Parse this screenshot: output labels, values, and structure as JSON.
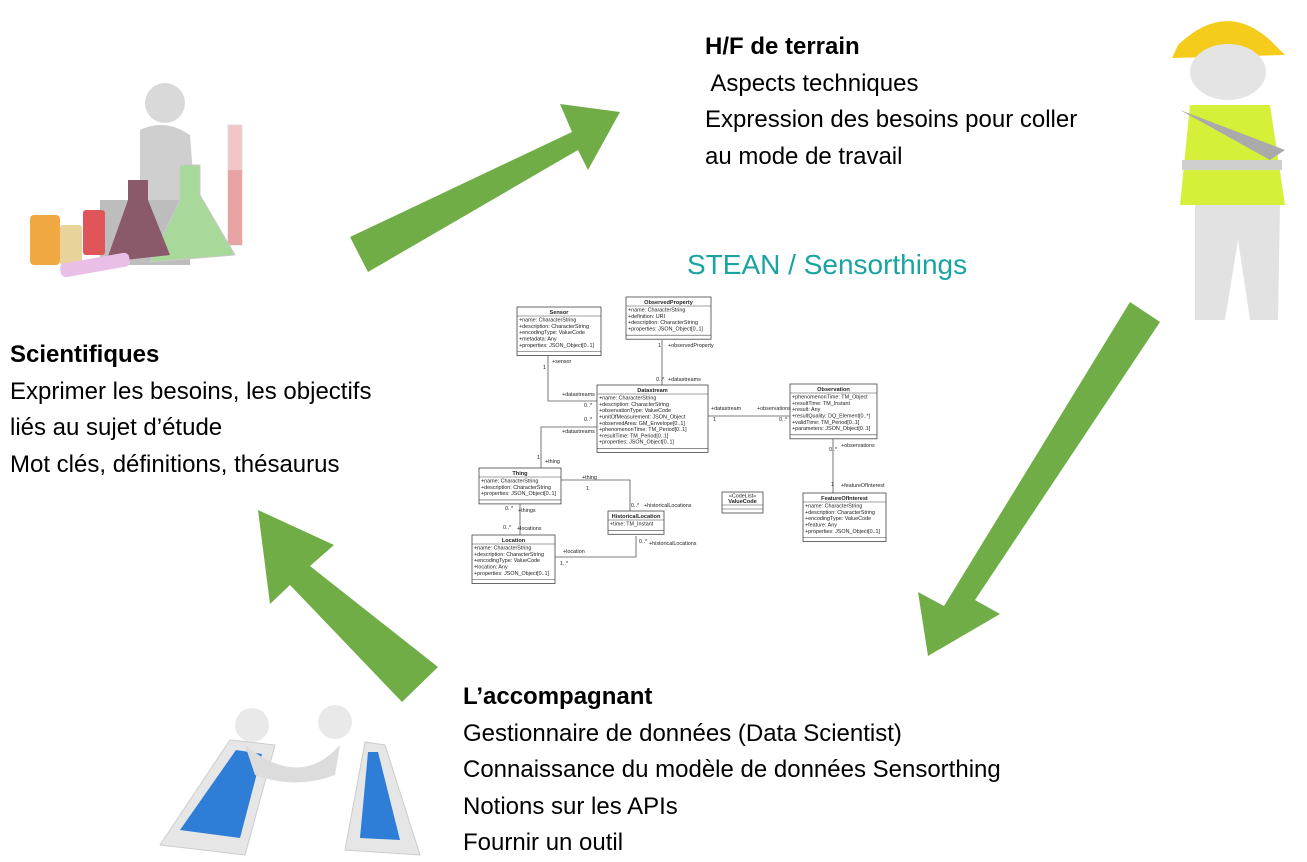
{
  "field_team": {
    "heading": "H/F de terrain",
    "lines": [
      " Aspects techniques",
      "Expression des besoins pour coller",
      "au mode de travail"
    ]
  },
  "scientists": {
    "heading": "Scientifiques",
    "lines": [
      "Exprimer les besoins, les objectifs",
      "liés au sujet d’étude",
      "Mot clés, définitions, thésaurus"
    ]
  },
  "facilitator": {
    "heading": "L’accompagnant",
    "lines": [
      "Gestionnaire de données (Data Scientist)",
      "Connaissance du modèle de données Sensorthing",
      "Notions sur les APIs",
      "Fournir un outil"
    ]
  },
  "model_title": "STEAN / Sensorthings",
  "colors": {
    "arrow": "#70AD47",
    "title": "#1AA3A3"
  },
  "uml": {
    "classes": [
      {
        "id": "sensor",
        "name": "Sensor",
        "attrs": [
          "+name: CharacterString",
          "+description: CharacterString",
          "+encodingType: ValueCode",
          "+metadata: Any",
          "+properties: JSON_Object[0..1]"
        ]
      },
      {
        "id": "observedproperty",
        "name": "ObservedProperty",
        "attrs": [
          "+name: CharacterString",
          "+definition: URI",
          "+description: CharacterString",
          "+properties: JSON_Object[0..1]"
        ]
      },
      {
        "id": "datastream",
        "name": "Datastream",
        "attrs": [
          "+name: CharacterString",
          "+description: CharacterString",
          "+observationType: ValueCode",
          "+unitOfMeasurement: JSON_Object",
          "+observedArea: GM_Envelope[0..1]",
          "+phenomenonTime: TM_Period[0..1]",
          "+resultTime: TM_Period[0..1]",
          "+properties: JSON_Object[0..1]"
        ]
      },
      {
        "id": "observation",
        "name": "Observation",
        "attrs": [
          "+phenomenonTime: TM_Object",
          "+resultTime: TM_Instant",
          "+result: Any",
          "+resultQuality: DQ_Element[0..*]",
          "+validTime: TM_Period[0..1]",
          "+parameters: JSON_Object[0..1]"
        ]
      },
      {
        "id": "featureofinterest",
        "name": "FeatureOfInterest",
        "attrs": [
          "+name: CharacterString",
          "+description: CharacterString",
          "+encodingType: ValueCode",
          "+feature: Any",
          "+properties: JSON_Object[0..1]"
        ]
      },
      {
        "id": "valuecode",
        "stereotype": "«CodeList»",
        "name": "ValueCode",
        "attrs": []
      },
      {
        "id": "thing",
        "name": "Thing",
        "attrs": [
          "+name: CharacterString",
          "+description: CharacterString",
          "+properties: JSON_Object[0..1]"
        ]
      },
      {
        "id": "historicallocation",
        "name": "HistoricalLocation",
        "attrs": [
          "+time: TM_Instant"
        ]
      },
      {
        "id": "location",
        "name": "Location",
        "attrs": [
          "+name: CharacterString",
          "+description: CharacterString",
          "+encodingType: ValueCode",
          "+location: Any",
          "+properties: JSON_Object[0..1]"
        ]
      }
    ],
    "labels": [
      "1",
      "+sensor",
      "+datastreams",
      "0..*",
      "1",
      "+observedProperty",
      "0..*",
      "+datastreams",
      "0..*",
      "+datastreams",
      "1",
      "+thing",
      "+datastream",
      "1",
      "+observations",
      "0..*",
      "0..*",
      "+observations",
      "1",
      "+featureOfInterest",
      "+thing",
      "1",
      "0..*",
      "+historicalLocations",
      "0..*",
      "+things",
      "0..*",
      "+locations",
      "0..*",
      "+historicalLocations",
      "+location",
      "1..*"
    ]
  }
}
